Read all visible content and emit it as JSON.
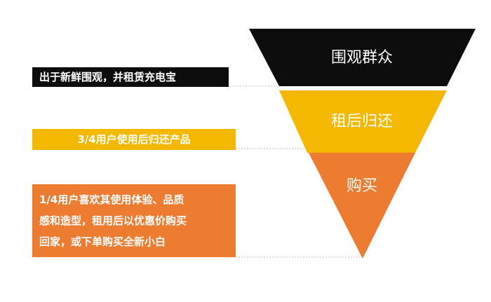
{
  "funnel": {
    "levels": [
      {
        "label": "围观群众",
        "color": "#0d0d0d"
      },
      {
        "label": "租后归还",
        "color": "#f5b800"
      },
      {
        "label": "购买",
        "color": "#ee7c30"
      }
    ]
  },
  "annotations": [
    {
      "lines": [
        "出于新鲜围观，并租赁充电宝"
      ],
      "color": "#0d0d0d",
      "text_color": "#ffffff"
    },
    {
      "lines": [
        "3/4用户使用后归还产品"
      ],
      "color": "#f5b800",
      "text_color": "#ffffff"
    },
    {
      "lines": [
        "1/4用户喜欢其使用体验、品质",
        "感和造型，租用后以优惠价购买",
        "回家，或下单购买全新小白"
      ],
      "color": "#ee7c30",
      "text_color": "#ffffff"
    }
  ],
  "connector_color": "#bfbfbf"
}
